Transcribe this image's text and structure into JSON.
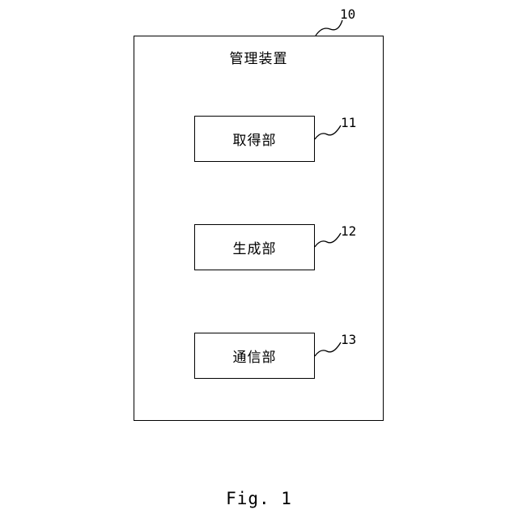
{
  "device": {
    "title": "管理装置",
    "ref": "10"
  },
  "units": [
    {
      "label": "取得部",
      "ref": "11"
    },
    {
      "label": "生成部",
      "ref": "12"
    },
    {
      "label": "通信部",
      "ref": "13"
    }
  ],
  "caption": "Fig. 1"
}
